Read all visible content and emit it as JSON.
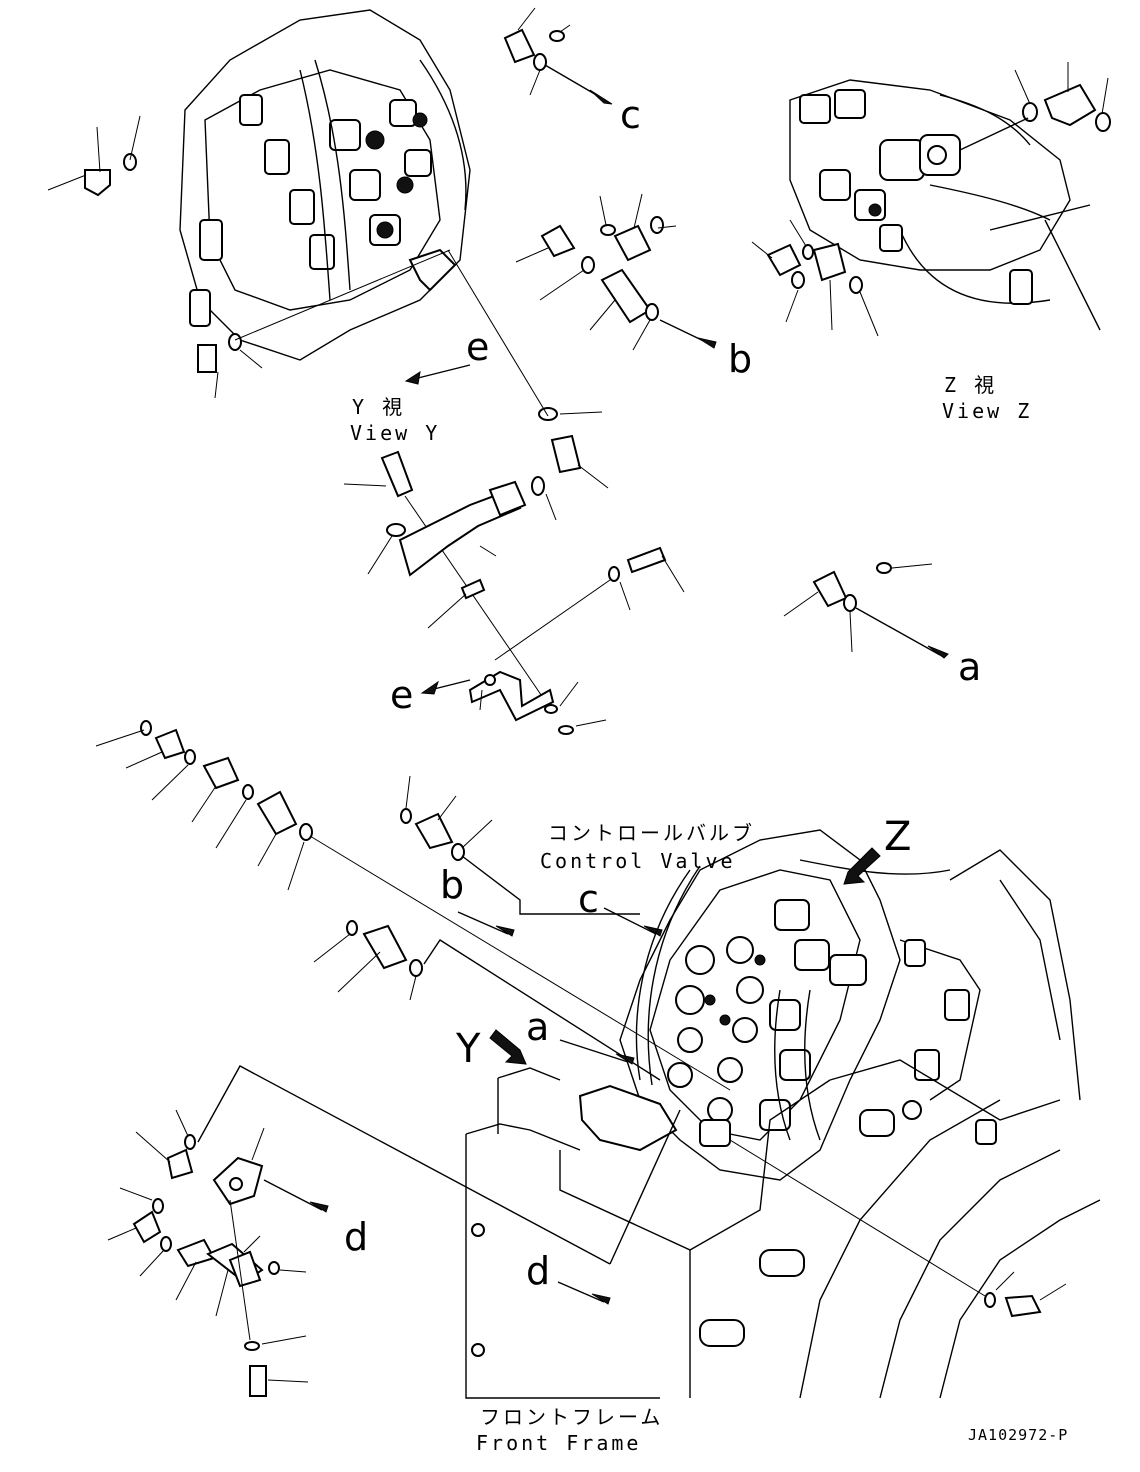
{
  "views": {
    "view_y": {
      "jp": "Y 視",
      "en": "View Y"
    },
    "view_z": {
      "jp": "Z 視",
      "en": "View Z"
    }
  },
  "labels": {
    "control_valve_jp": "コントロールバルブ",
    "control_valve_en": "Control Valve",
    "front_frame_jp": "フロントフレーム",
    "front_frame_en": "Front Frame",
    "arrow_z": "Z",
    "arrow_y": "Y"
  },
  "callouts": {
    "a_top": "a",
    "a_bottom": "a",
    "b_top": "b",
    "b_bottom": "b",
    "c_top": "c",
    "c_bottom": "c",
    "d_left": "d",
    "d_bottom": "d",
    "e_top": "e",
    "e_mid": "e"
  },
  "drawing_code": "JA102972-P"
}
